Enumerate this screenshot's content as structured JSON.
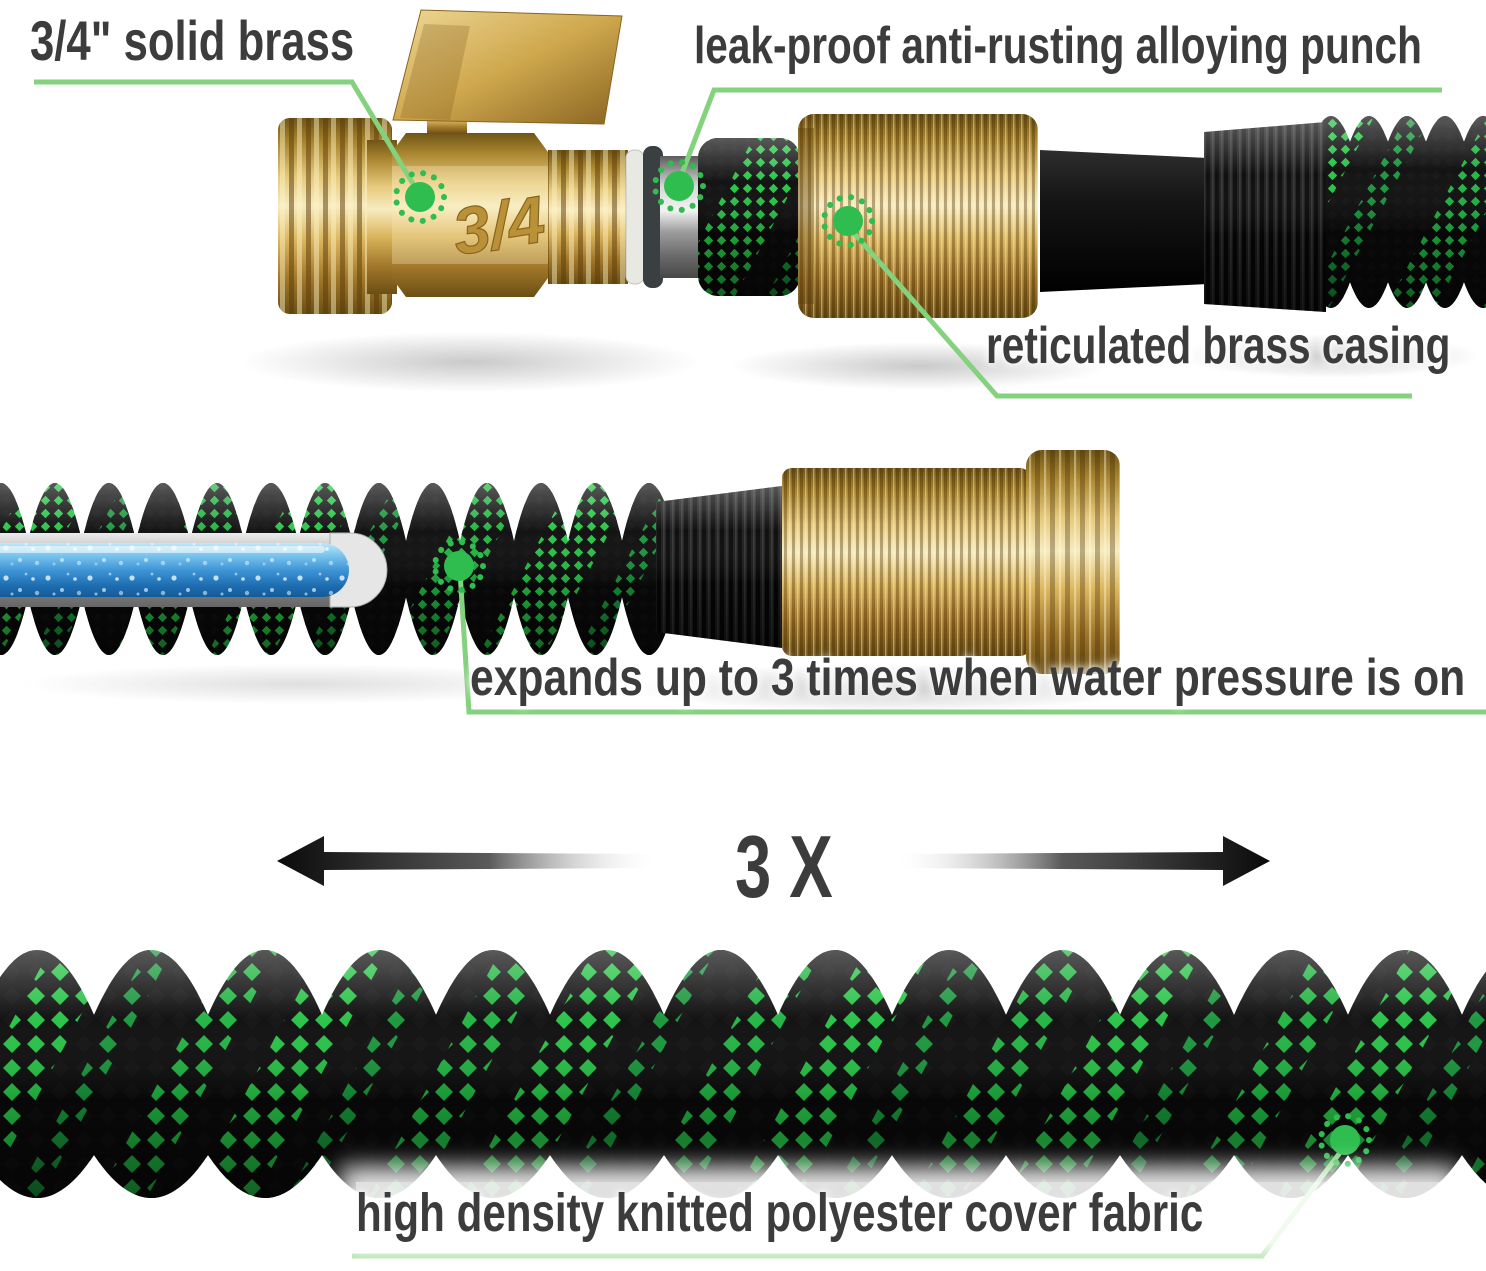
{
  "labels": {
    "solid_brass": "3/4\" solid brass",
    "leak_proof": "leak-proof anti-rusting alloying punch",
    "reticulated_casing": "reticulated brass casing",
    "expands": "expands up to 3 times when water pressure is on",
    "expansion_factor": "3 X",
    "cover_fabric": "high density knitted polyester cover fabric"
  },
  "product": {
    "valve_embossed_text": "3/4"
  },
  "colors": {
    "leader_green": "#84d17e",
    "marker_green": "#2ebd4e",
    "label_text": "#3c3c3c",
    "hose_green": "#25c244",
    "hose_black": "#0e0e0e",
    "brass": "#dcb763",
    "tube_blue": "#3f95d6",
    "arrow_black": "#0a0a0a"
  }
}
